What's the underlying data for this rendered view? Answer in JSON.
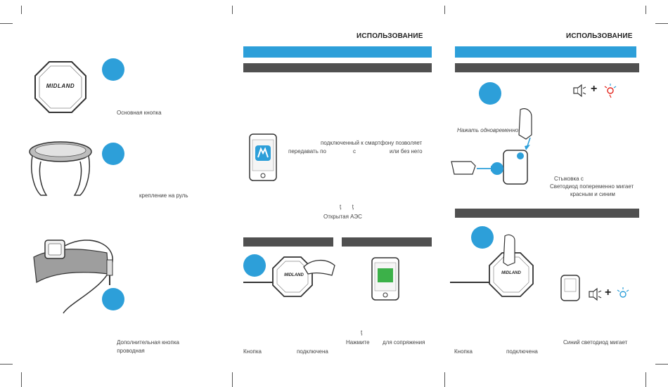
{
  "colors": {
    "accent": "#2d9fd9",
    "dark_bar": "#505050",
    "green": "#3cb149",
    "red": "#e2231a"
  },
  "brand": {
    "logo": "MIDLAND"
  },
  "left_panel": {
    "main_button_caption": "Основная кнопка",
    "handlebar_caption": "крепление на руль",
    "extra_button_caption_1": "Дополнительная  кнопка",
    "extra_button_caption_2": " проводная"
  },
  "middle_panel": {
    "heading": "ИСПОЛЬЗОВАНИЕ",
    "app_line_1": "подключенный к смартфону позволяет",
    "app_line_2a": "передавать по",
    "app_line_2b": "с",
    "app_line_2c": "или без него",
    "marks": "ţ       ţ",
    "open_aes": "Открытая АЭС",
    "pair_mark": "ţ",
    "press_label": "Нажмите",
    "pair_label": "для сопряжения",
    "button_label": "Кнопка",
    "connected_label": "подключена"
  },
  "right_panel": {
    "heading": "ИСПОЛЬЗОВАНИЕ",
    "press_simultaneously": "Нажать одновременно",
    "docking_line": "Стыковка с",
    "led_line_1": "Светодиод попеременно мигает",
    "led_line_2": "красным и синим",
    "blue_led": "Синий светодиод мигает",
    "button_label": "Кнопка",
    "connected_label": "подключена"
  }
}
